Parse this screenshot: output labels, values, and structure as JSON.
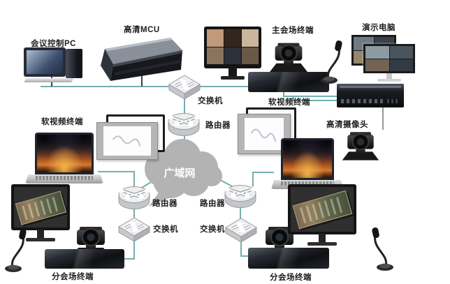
{
  "diagram": {
    "cloud": {
      "label": "广域网"
    },
    "nodes": {
      "control_pc": {
        "label": "会议控制PC"
      },
      "mcu": {
        "label": "高清MCU"
      },
      "main_terminal": {
        "label": "主会场终端"
      },
      "demo_pc": {
        "label": "演示电脑"
      },
      "soft_terminal_left": {
        "label": "软视频终端"
      },
      "soft_terminal_right": {
        "label": "软视频终端"
      },
      "hd_camera": {
        "label": "高清摄像头"
      },
      "switch_top": {
        "label": "交换机"
      },
      "router_top": {
        "label": "路由器"
      },
      "router_left": {
        "label": "路由器"
      },
      "router_right": {
        "label": "路由器"
      },
      "switch_left": {
        "label": "交换机"
      },
      "switch_right": {
        "label": "交换机"
      },
      "branch_left": {
        "label": "分会场终端"
      },
      "branch_right": {
        "label": "分会场终端"
      }
    },
    "colors": {
      "background": "#ffffff",
      "line": "#76aeae",
      "cloud": "#b3b3b3",
      "label_text": "#1d1d1d"
    }
  }
}
